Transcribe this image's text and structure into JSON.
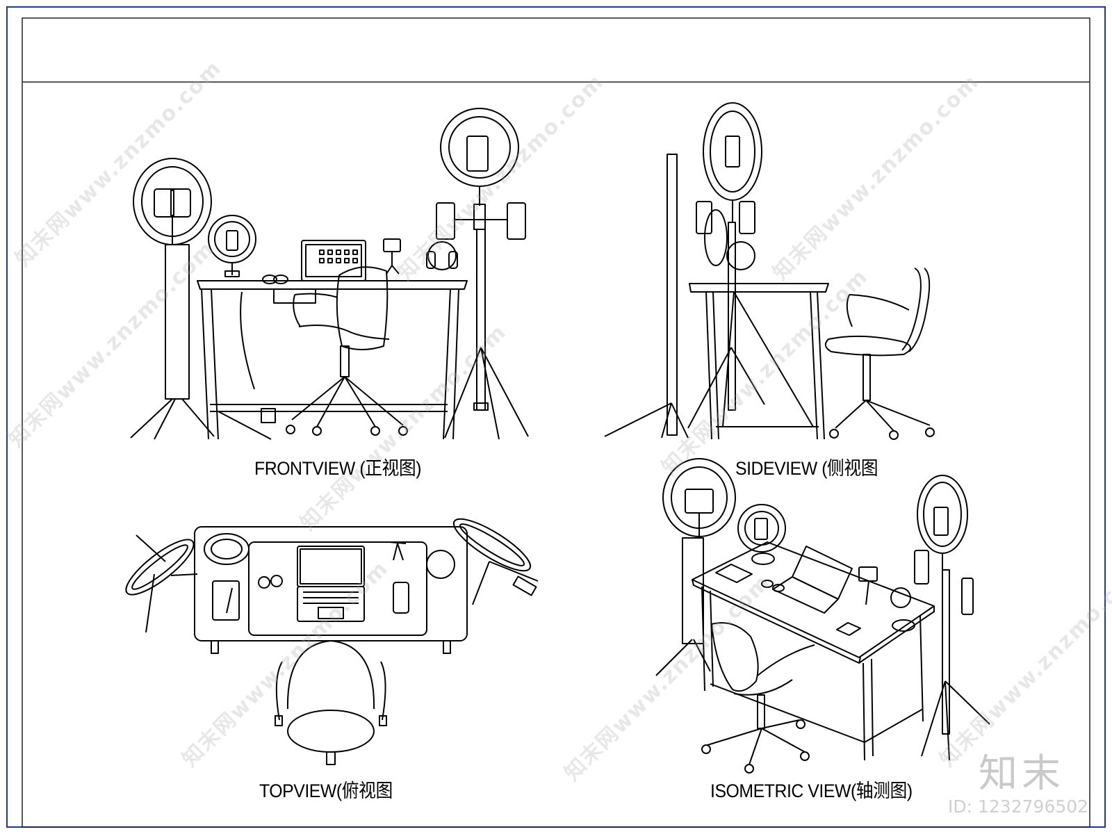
{
  "captions": {
    "front": "FRONTVIEW (正视图)",
    "side": "SIDEVIEW (侧视图",
    "top": "TOPVIEW(俯视图",
    "iso": "ISOMETRIC VIEW(轴测图)"
  },
  "watermark": {
    "text": "知末网www.znzmo.com",
    "brand": "知末",
    "id": "ID: 1232796502"
  },
  "colors": {
    "frame": "#1f3a8a",
    "line": "#000000",
    "watermark": "#b0b0b0"
  }
}
